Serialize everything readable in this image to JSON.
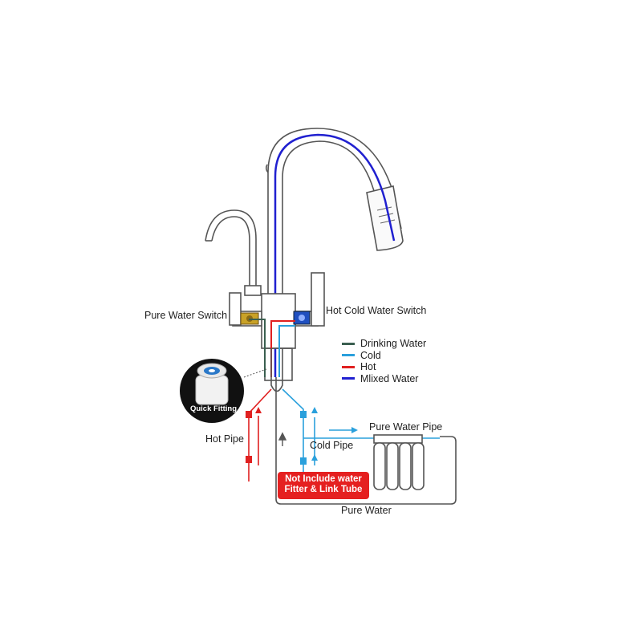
{
  "labels": {
    "pure_water_switch": "Pure Water Switch",
    "hot_cold_water_switch": "Hot Cold Water Switch",
    "quick_fitting": "Quick Fitting",
    "hot_pipe": "Hot Pipe",
    "cold_pipe": "Cold Pipe",
    "pure_water_pipe": "Pure Water Pipe",
    "pure_water": "Pure Water"
  },
  "legend": [
    {
      "label": "Drinking Water",
      "color": "#3a5f50"
    },
    {
      "label": "Cold",
      "color": "#2aa0dc"
    },
    {
      "label": "Hot",
      "color": "#e02020"
    },
    {
      "label": "Mlixed Water",
      "color": "#2020d0"
    }
  ],
  "note": {
    "line1": "Not Include water",
    "line2": "Fitter & Link Tube",
    "color": "#e52020"
  },
  "colors": {
    "outline": "#555555",
    "hot": "#e02020",
    "cold": "#2aa0dc",
    "mixed": "#2020d0",
    "drinking": "#3a5f50"
  }
}
